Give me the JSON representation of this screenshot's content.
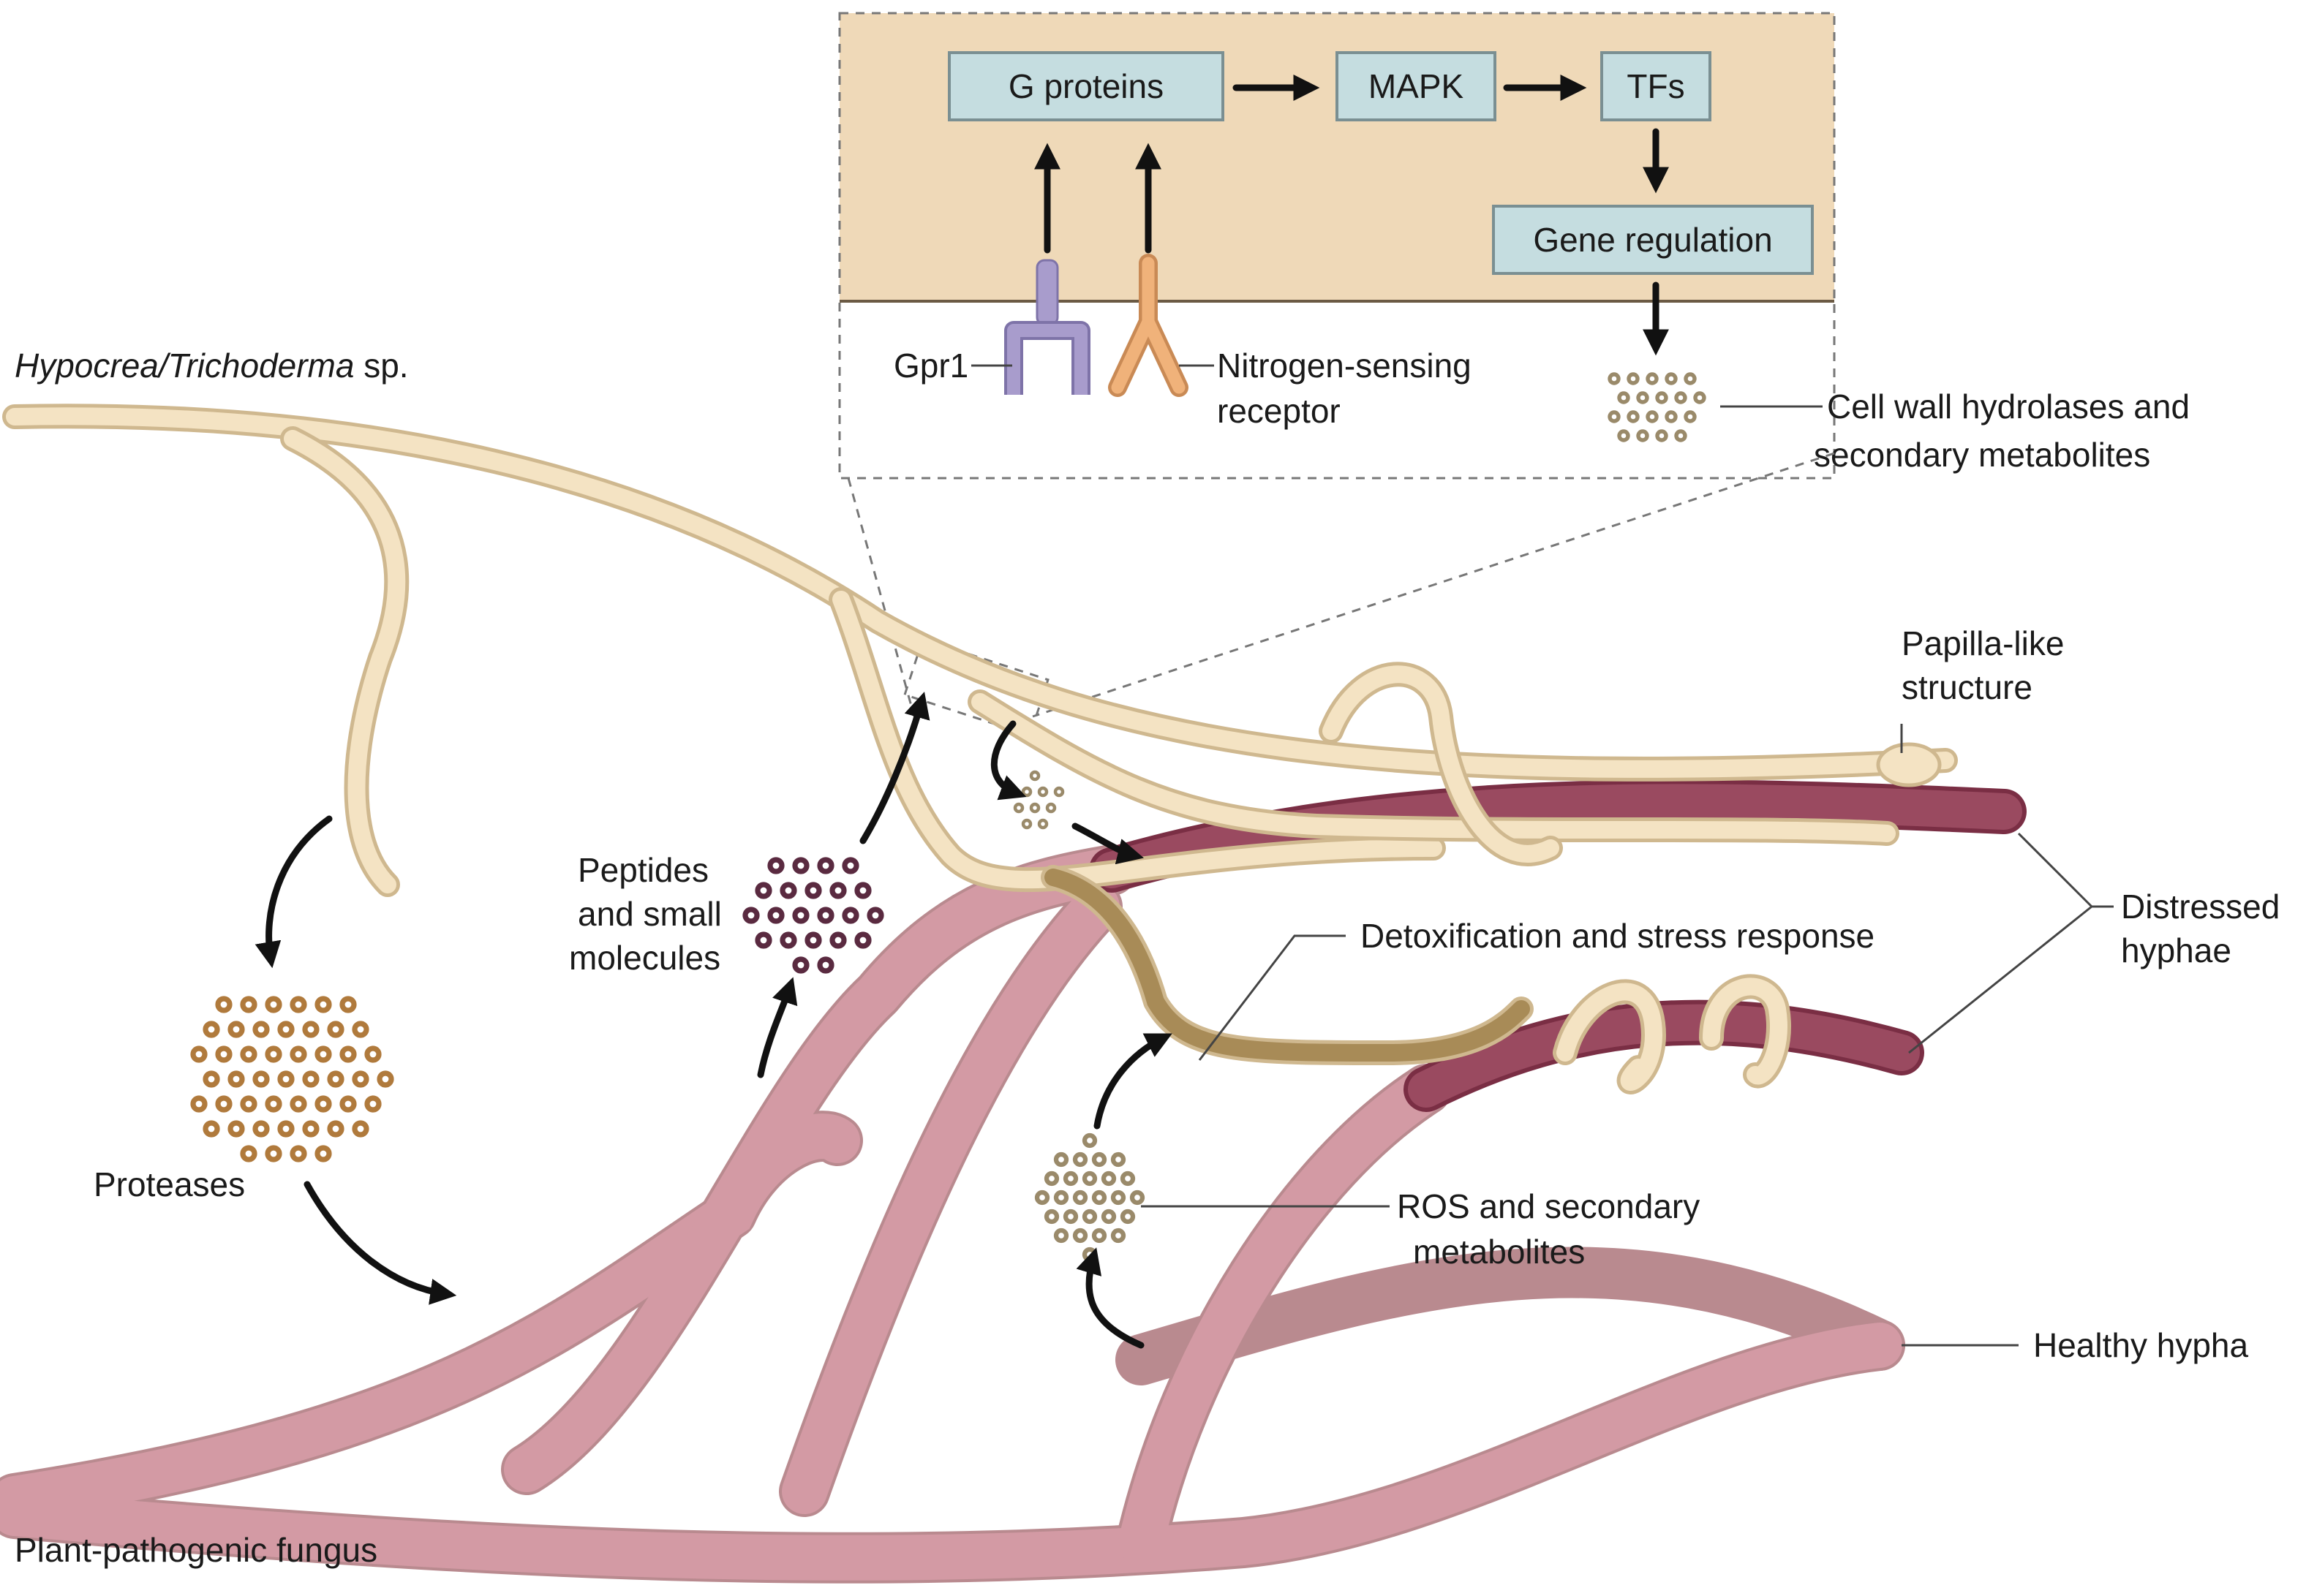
{
  "colors": {
    "panel_bg": "#efd9b8",
    "box_fill": "#c5dde0",
    "trichoderma": "#f4e3c3",
    "pathogen": "#d39aa4",
    "distressed": "#8e3f57",
    "protease_dot": "#b07a3c",
    "peptide_dot": "#5a2a40",
    "hydrolase_dot": "#9a8a6a",
    "gpr1": "#a89ccc",
    "nitrogen_receptor": "#f0b27a"
  },
  "pathway": {
    "g_proteins": "G proteins",
    "mapk": "MAPK",
    "tfs": "TFs",
    "gene_regulation": "Gene regulation",
    "gpr1": "Gpr1",
    "nitrogen_receptor_line1": "Nitrogen-sensing",
    "nitrogen_receptor_line2": "receptor",
    "hydrolases_line1": "Cell wall hydrolases and",
    "hydrolases_line2": "secondary metabolites"
  },
  "labels": {
    "trichoderma_genus": "Hypocrea/Trichoderma",
    "trichoderma_sp": " sp.",
    "papilla_line1": "Papilla-like",
    "papilla_line2": "structure",
    "distressed_line1": "Distressed",
    "distressed_line2": "hyphae",
    "peptides_line1": "Peptides",
    "peptides_line2": "and small",
    "peptides_line3": "molecules",
    "detox": "Detoxification and stress response",
    "proteases": "Proteases",
    "ros_line1": "ROS and secondary",
    "ros_line2": "metabolites",
    "healthy": "Healthy hypha",
    "pathogen": "Plant-pathogenic fungus"
  }
}
